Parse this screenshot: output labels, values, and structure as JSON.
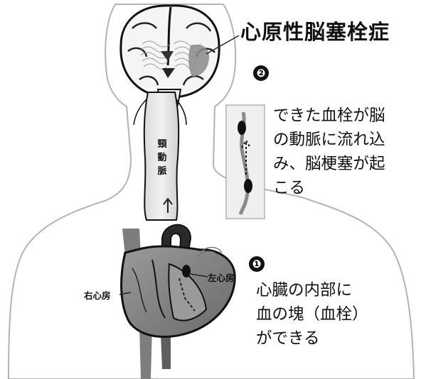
{
  "title": "心原性脳塞栓症",
  "steps": [
    {
      "number": "❷",
      "text": "できた血栓が脳\nの動脈に流れ込\nみ、脳梗塞が起\nこる"
    },
    {
      "number": "❶",
      "text": "心臓の内部に\n血の塊（血栓）\nができる"
    }
  ],
  "labels": {
    "carotid_artery": "頸動脈",
    "right_atrium": "右心房",
    "left_atrium": "左心房"
  }
}
